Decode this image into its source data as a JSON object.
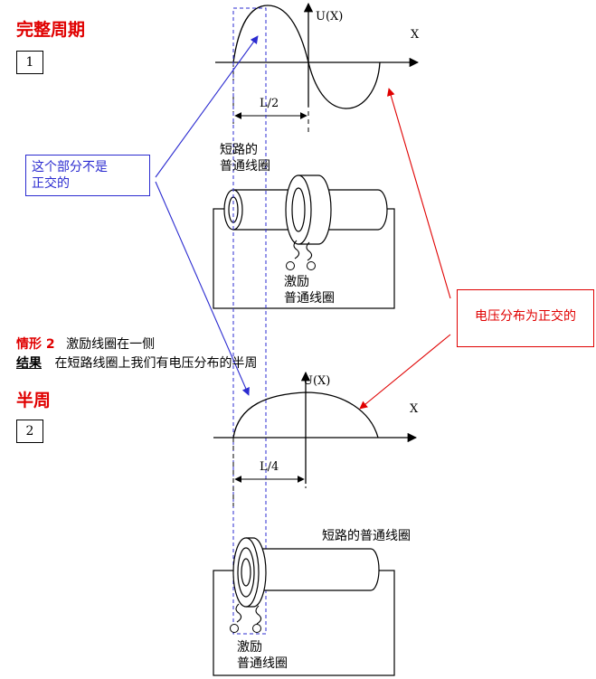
{
  "section1": {
    "title": "完整周期",
    "number": "1",
    "axis_u": "U(X)",
    "axis_x": "X",
    "length_label": "L/2",
    "coil_label_line1": "短路的",
    "coil_label_line2": "普通线圈",
    "exciter_label_line1": "激励",
    "exciter_label_line2": "普通线圈"
  },
  "blue_callout": {
    "line1": "这个部分不是",
    "line2": "正交的"
  },
  "red_callout": {
    "text": "电压分布为正交的"
  },
  "situation": {
    "label": "情形 2",
    "text": "激励线圈在一侧",
    "result_label": "结果",
    "result_text": "在短路线圈上我们有电压分布的半周"
  },
  "section2": {
    "title": "半周",
    "number": "2",
    "axis_u": "U(X)",
    "axis_x": "X",
    "length_label": "L/4",
    "coil_label": "短路的普通线圈",
    "exciter_label_line1": "激励",
    "exciter_label_line2": "普通线圈"
  },
  "colors": {
    "title_red": "#e00000",
    "callout_blue": "#2b2bd0",
    "callout_red": "#e00000"
  }
}
